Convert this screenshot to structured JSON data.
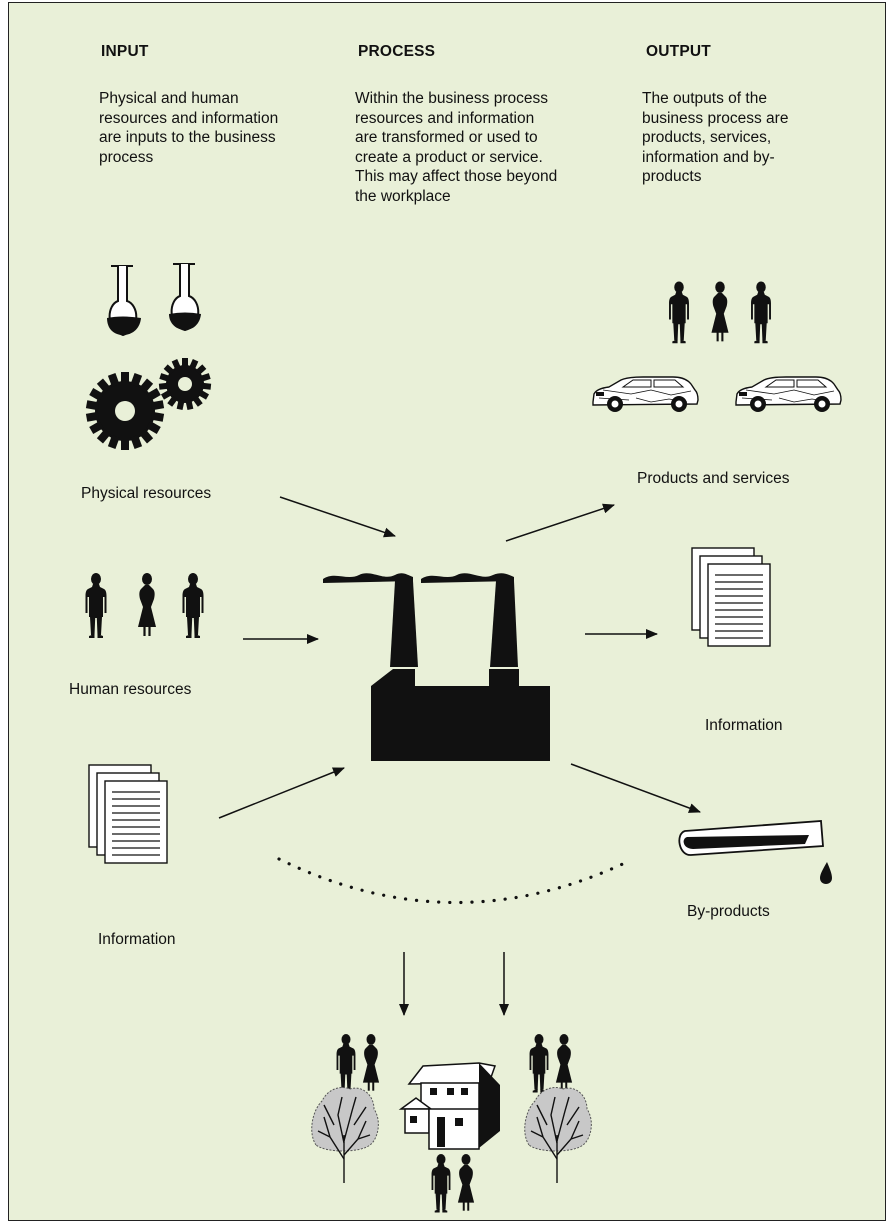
{
  "columns": {
    "input": {
      "heading": "INPUT",
      "text": "Physical and human resources and information are inputs to the business process"
    },
    "process": {
      "heading": "PROCESS",
      "text": "Within the business process resources and information are transformed or used to create a product or service. This may affect those beyond the workplace"
    },
    "output": {
      "heading": "OUTPUT",
      "text": "The outputs of the business process are products, services, information and by-products"
    }
  },
  "labels": {
    "physical_resources": "Physical resources",
    "human_resources": "Human resources",
    "information_input": "Information",
    "products_services": "Products and services",
    "information_output": "Information",
    "by_products": "By-products"
  },
  "colors": {
    "background": "#e9f0d8",
    "ink": "#111111",
    "tree_foliage": "#c8c8c8"
  }
}
